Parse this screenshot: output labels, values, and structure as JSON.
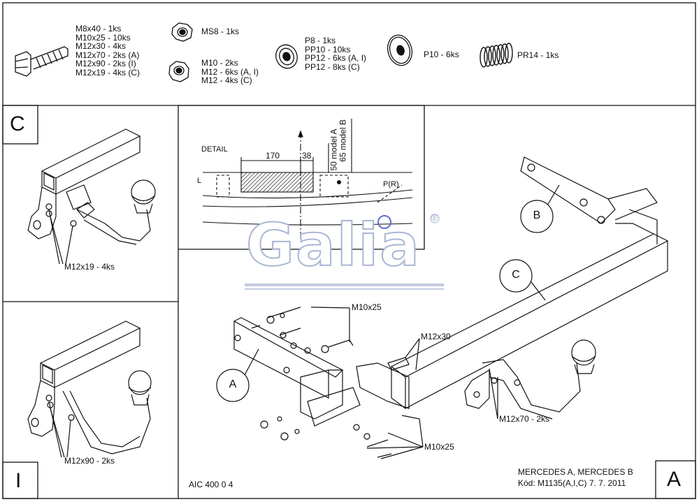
{
  "parts": {
    "bolts": [
      "M8x40 - 1ks",
      "M10x25 - 10ks",
      "M12x30 - 4ks",
      "M12x70 - 2ks (A)",
      "M12x90 - 2ks (I)",
      "M12x19 - 4ks (C)"
    ],
    "self_locking_nut": "MS8 - 1ks",
    "nuts": [
      "M10 - 2ks",
      "M12 - 6ks (A, I)",
      "M12 - 4ks (C)"
    ],
    "spring_washers": [
      "P8 - 1ks",
      "PP10 - 10ks",
      "PP12 - 6ks (A, I)",
      "PP12 - 8ks (C)"
    ],
    "washer": "P10 - 6ks",
    "spring": "PR14 - 1ks"
  },
  "panel_c": {
    "letter": "C",
    "callout": "M12x19 - 4ks"
  },
  "panel_i": {
    "letter": "I",
    "callout": "M12x90 - 2ks"
  },
  "detail": {
    "title": "DETAIL",
    "dim_170": "170",
    "dim_38": "38",
    "model_a": "50 model A",
    "model_b": "65 model B",
    "label_l": "L",
    "label_pr": "P(R)"
  },
  "logo": {
    "text": "Galia",
    "registered": "®"
  },
  "main": {
    "callout_b": "B",
    "callout_c": "C",
    "callout_a": "A",
    "bolt_m10x25_top": "M10x25",
    "bolt_m12x30": "M12x30",
    "bolt_m12x70": "M12x70 - 2ks",
    "bolt_m10x25_bottom": "M10x25"
  },
  "footer": {
    "code": "AIC 400 0 4",
    "vehicle": "MERCEDES A, MERCEDES B",
    "kod": "Kód: M1135(A,I,C)  7. 7. 2011",
    "corner_letter": "A"
  }
}
